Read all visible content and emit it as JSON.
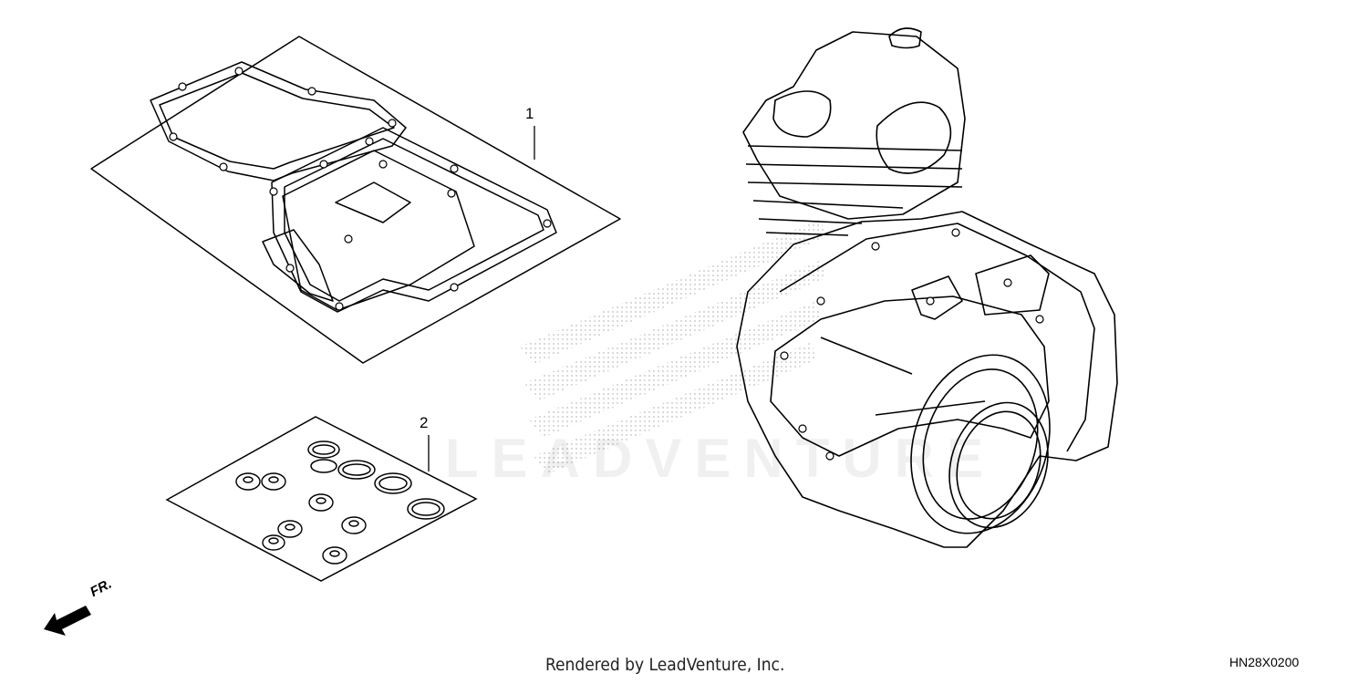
{
  "callouts": {
    "part_1": "1",
    "part_2": "2"
  },
  "direction_marker": {
    "label": "FR.",
    "icon": "arrow-icon"
  },
  "watermark": {
    "text": "LEADVENTURE"
  },
  "footer": {
    "credit": "Rendered by LeadVenture, Inc.",
    "diagram_code": "HN28X0200"
  },
  "colors": {
    "line": "#000000",
    "background": "#ffffff",
    "watermark": "#e6e6e6"
  }
}
